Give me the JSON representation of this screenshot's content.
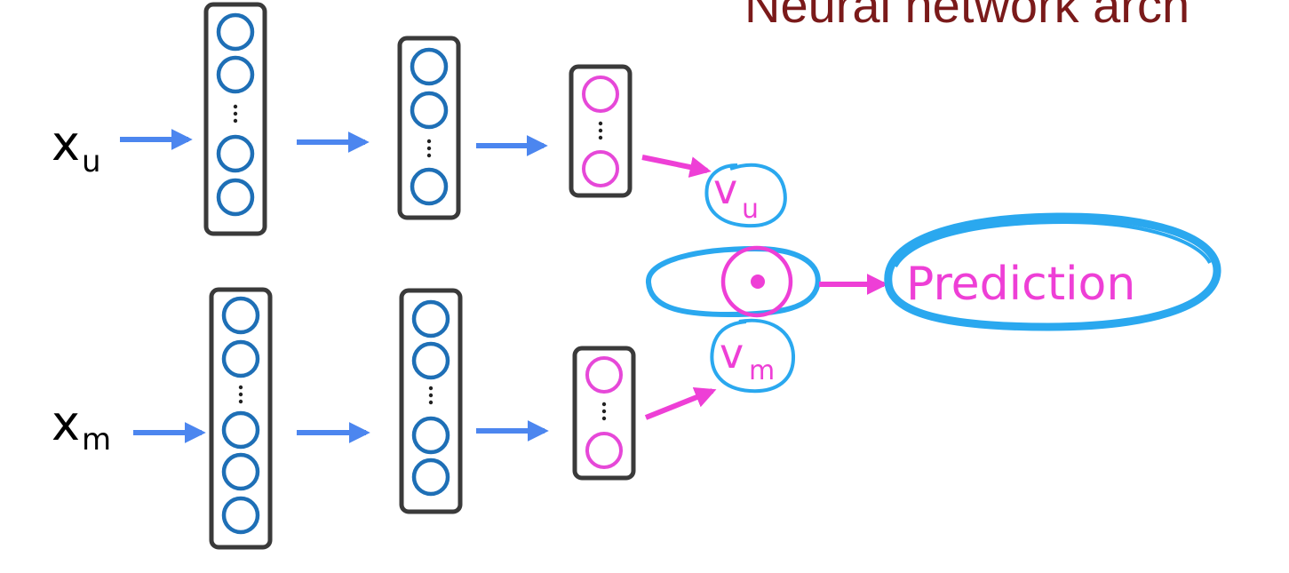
{
  "title": "Neural network arch",
  "inputs": {
    "user": {
      "base": "x",
      "sub": "u"
    },
    "movie": {
      "base": "x",
      "sub": "m"
    }
  },
  "vectors": {
    "user": {
      "base": "v",
      "sub": "u"
    },
    "movie": {
      "base": "v",
      "sub": "m"
    }
  },
  "operator": "dot-product",
  "output": {
    "label": "Prediction"
  },
  "colors": {
    "title": "#7a1a1a",
    "node": "#1e6fb6",
    "arrow": "#4c86ef",
    "highlight": "#ee3fd6",
    "scribble": "#2aa8ef",
    "box": "#3a3a3a"
  }
}
